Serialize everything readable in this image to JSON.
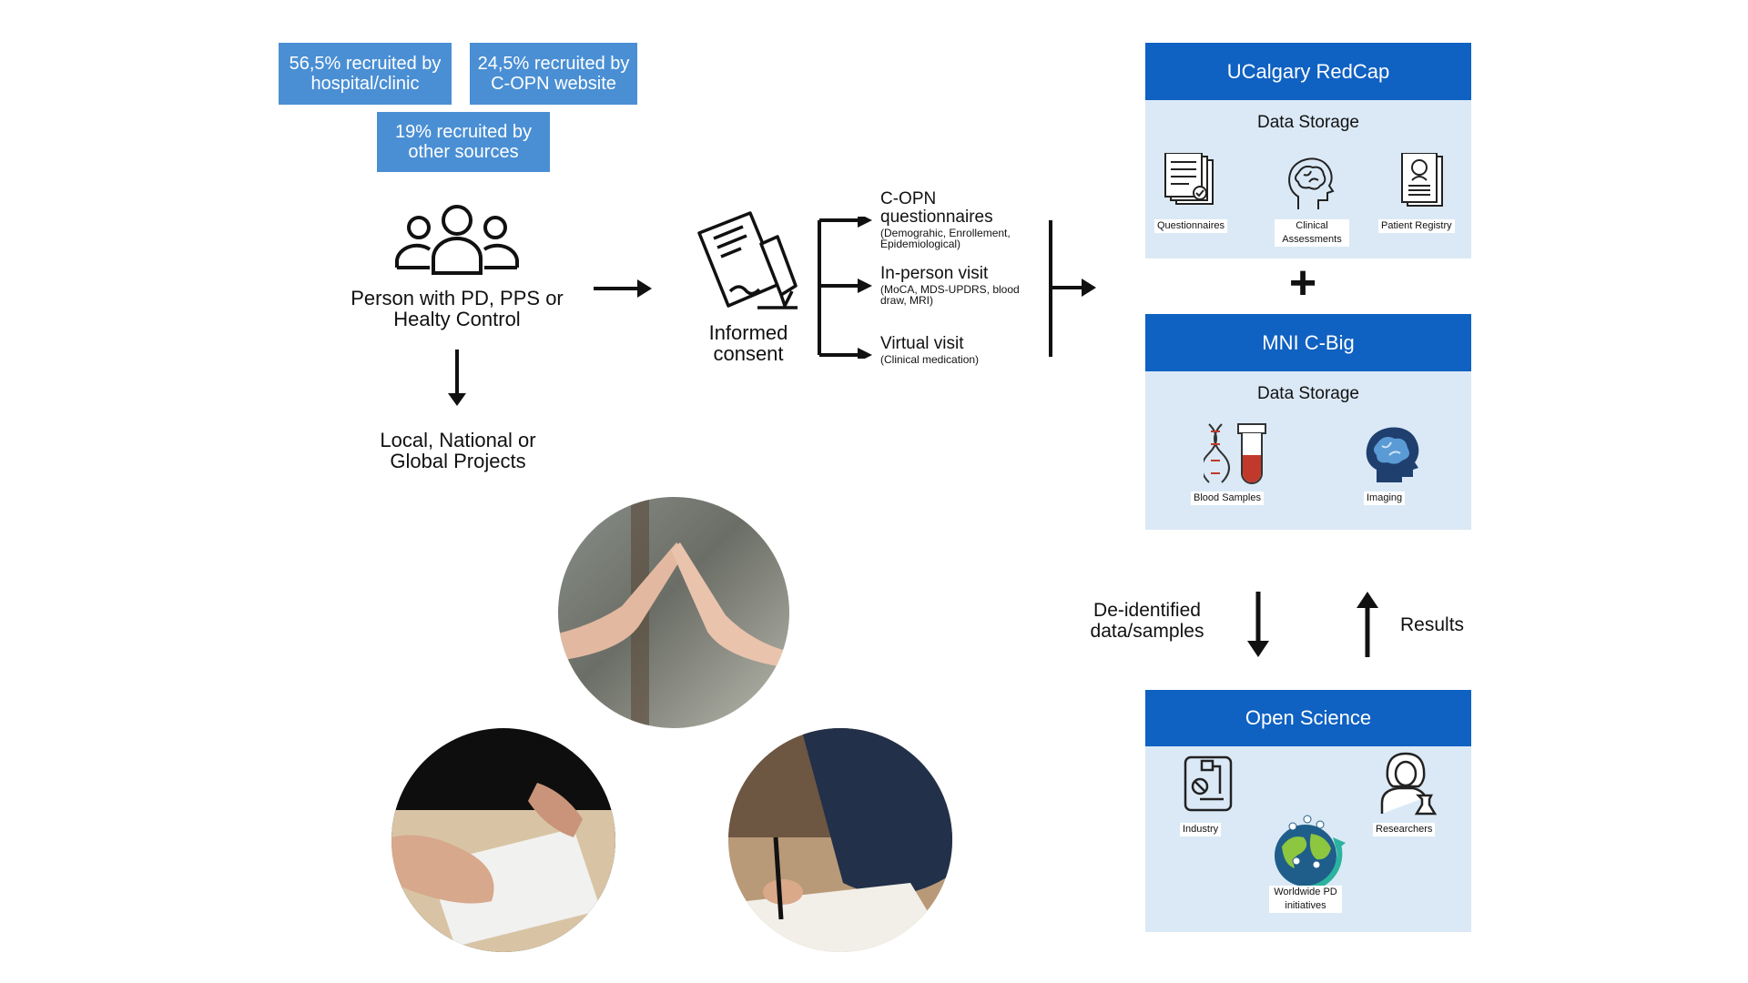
{
  "recruitment": [
    {
      "text": "56,5% recruited by hospital/clinic"
    },
    {
      "text": "24,5% recruited by C-OPN website"
    },
    {
      "text": "19% recruited by other sources"
    }
  ],
  "participant": {
    "label": "Person with PD, PPS or Healty Control",
    "icon": "people-icon"
  },
  "projects": {
    "label": "Local, National or Global Projects"
  },
  "consent": {
    "label": "Informed consent",
    "icon": "consent-document-icon"
  },
  "branches": [
    {
      "title": "C-OPN questionnaires",
      "sub": "(Demograhic, Enrollement, Epidemiological)"
    },
    {
      "title": "In-person visit",
      "sub": "(MoCA, MDS-UPDRS, blood draw, MRI)"
    },
    {
      "title": "Virtual visit",
      "sub": "(Clinical medication)"
    }
  ],
  "redcap": {
    "header": "UCalgary RedCap",
    "sub": "Data Storage",
    "items": [
      {
        "label": "Questionnaires",
        "icon": "questionnaire-icon"
      },
      {
        "label": "Clinical Assessments",
        "icon": "brain-head-icon"
      },
      {
        "label": "Patient Registry",
        "icon": "registry-icon"
      }
    ]
  },
  "plus": "+",
  "cbig": {
    "header": "MNI C-Big",
    "sub": "Data Storage",
    "items": [
      {
        "label": "Blood Samples",
        "icon": "dna-tube-icon"
      },
      {
        "label": "Imaging",
        "icon": "brain-scan-icon"
      }
    ]
  },
  "flow": {
    "down_label": "De-identified data/samples",
    "up_label": "Results"
  },
  "open_science": {
    "header": "Open Science",
    "items": [
      {
        "label": "Industry",
        "icon": "microscope-icon"
      },
      {
        "label": "Researchers",
        "icon": "researcher-icon"
      },
      {
        "label": "Worldwide PD initiatives",
        "icon": "globe-icon"
      }
    ]
  },
  "colors": {
    "recruit_box": "#4a8fd4",
    "panel_header": "#0f61c2",
    "panel_body": "#dbe9f6"
  }
}
